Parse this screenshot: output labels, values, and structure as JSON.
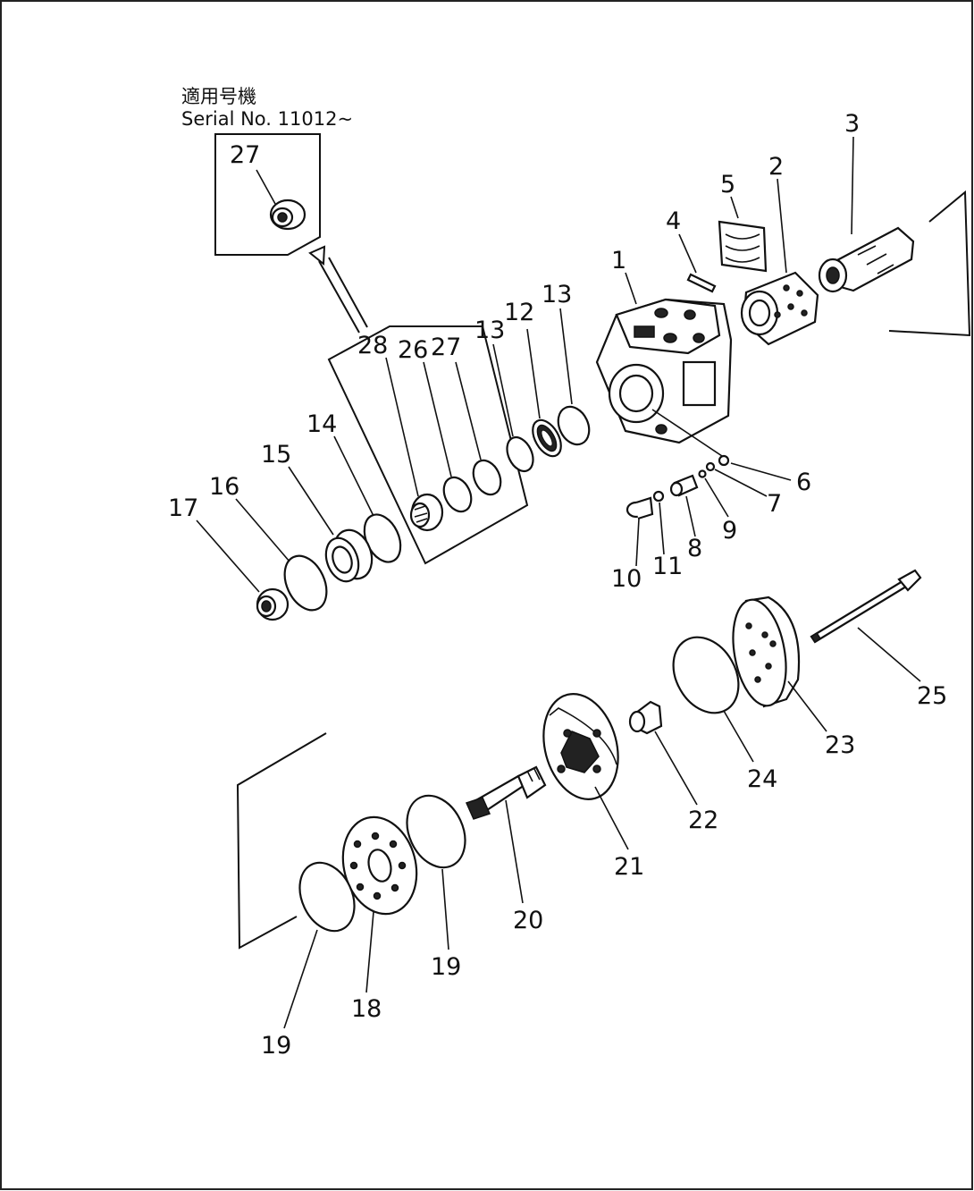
{
  "header": {
    "applicable_serial_jp": "適用号機",
    "serial_text": "Serial No. 11012~"
  },
  "labels": {
    "p1": "1",
    "p2": "2",
    "p3": "3",
    "p4": "4",
    "p5": "5",
    "p6": "6",
    "p7": "7",
    "p8": "8",
    "p9": "9",
    "p10": "10",
    "p11": "11",
    "p12": "12",
    "p13a": "13",
    "p13b": "13",
    "p14": "14",
    "p15": "15",
    "p16": "16",
    "p17": "17",
    "p18": "18",
    "p19a": "19",
    "p19b": "19",
    "p20": "20",
    "p21": "21",
    "p22": "22",
    "p23": "23",
    "p24": "24",
    "p25": "25",
    "p26": "26",
    "p27a": "27",
    "p27b": "27",
    "p28": "28"
  }
}
